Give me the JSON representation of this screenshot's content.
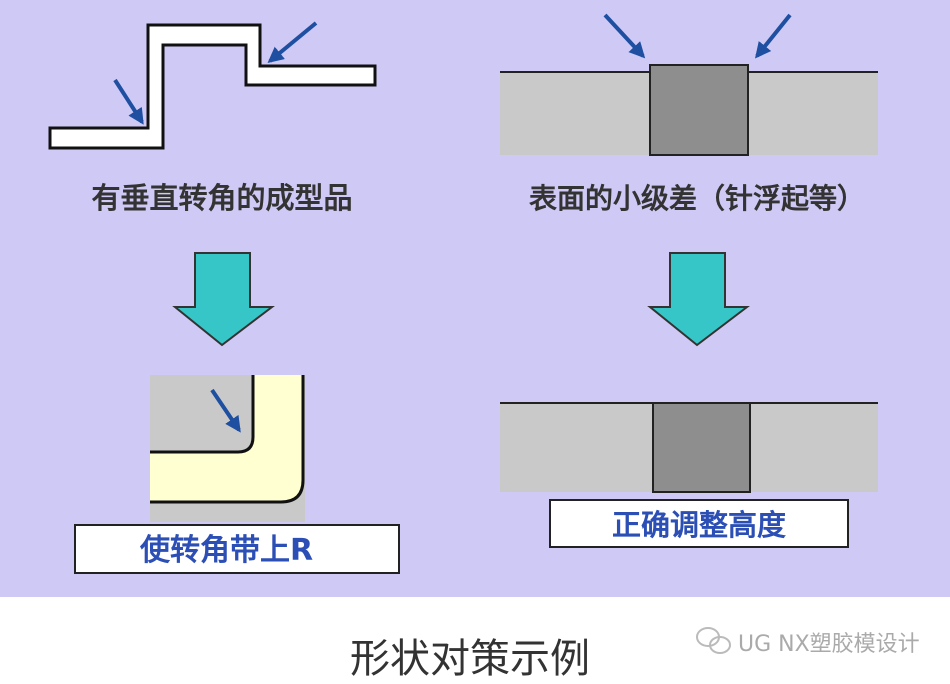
{
  "left": {
    "top_caption": "有垂直转角的成型品",
    "result_label": "使转角带上R"
  },
  "right": {
    "top_caption": "表面的小级差（针浮起等）",
    "result_label": "正确调整高度"
  },
  "footer": {
    "caption": "形状对策示例",
    "watermark": "UG NX塑胶模设计"
  },
  "colors": {
    "background": "#cfc9f6",
    "arrow_cyan": "#36c6c8",
    "pointer_blue": "#1e4fa0",
    "label_blue": "#2c4fb5",
    "gray_band": "#c9c9c9",
    "dark_block": "#8e8e8e",
    "rounded_part": "#ffffd2"
  }
}
